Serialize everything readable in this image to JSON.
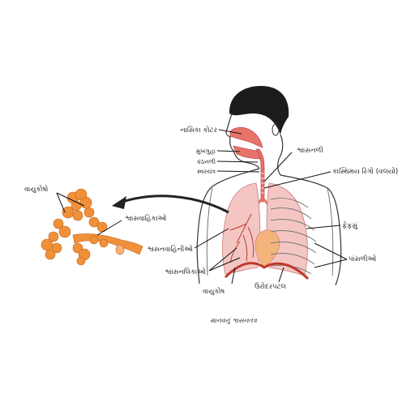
{
  "labels": {
    "nasal_cavity": "નાસિકા કોટર",
    "oral_cavity": "મુખગુહા",
    "pharynx": "કંઠનળી",
    "larynx": "સ્વરયંત્ર",
    "trachea": "શ્વાસનળી",
    "cartilage_rings": "કાસ્થિમય રિંગો (વલયો)",
    "alveoli_left": "વાયુકોષો",
    "bronchioles_left": "શ્વાસવાહિકાઓ",
    "lung": "ફેફસું",
    "bronchi": "શ્વસનવાહિનીઓ",
    "ribs": "પાંસળીઓ",
    "bronchioles": "શ્વાસનલિકાઓ",
    "diaphragm": "ઉરોદરપટલ",
    "alveoli_bottom": "વાયુકોષ"
  },
  "caption": "માનવનું શ્વસનતંત્ર",
  "colors": {
    "hair": "#1c1c1c",
    "skin_outline": "#333333",
    "airway": "#e8736a",
    "lung_fill": "#f3c6c4",
    "lung_vessels": "#c0392b",
    "alveoli": "#f0913a",
    "diaphragm": "#c0392b",
    "arrow": "#222222"
  }
}
